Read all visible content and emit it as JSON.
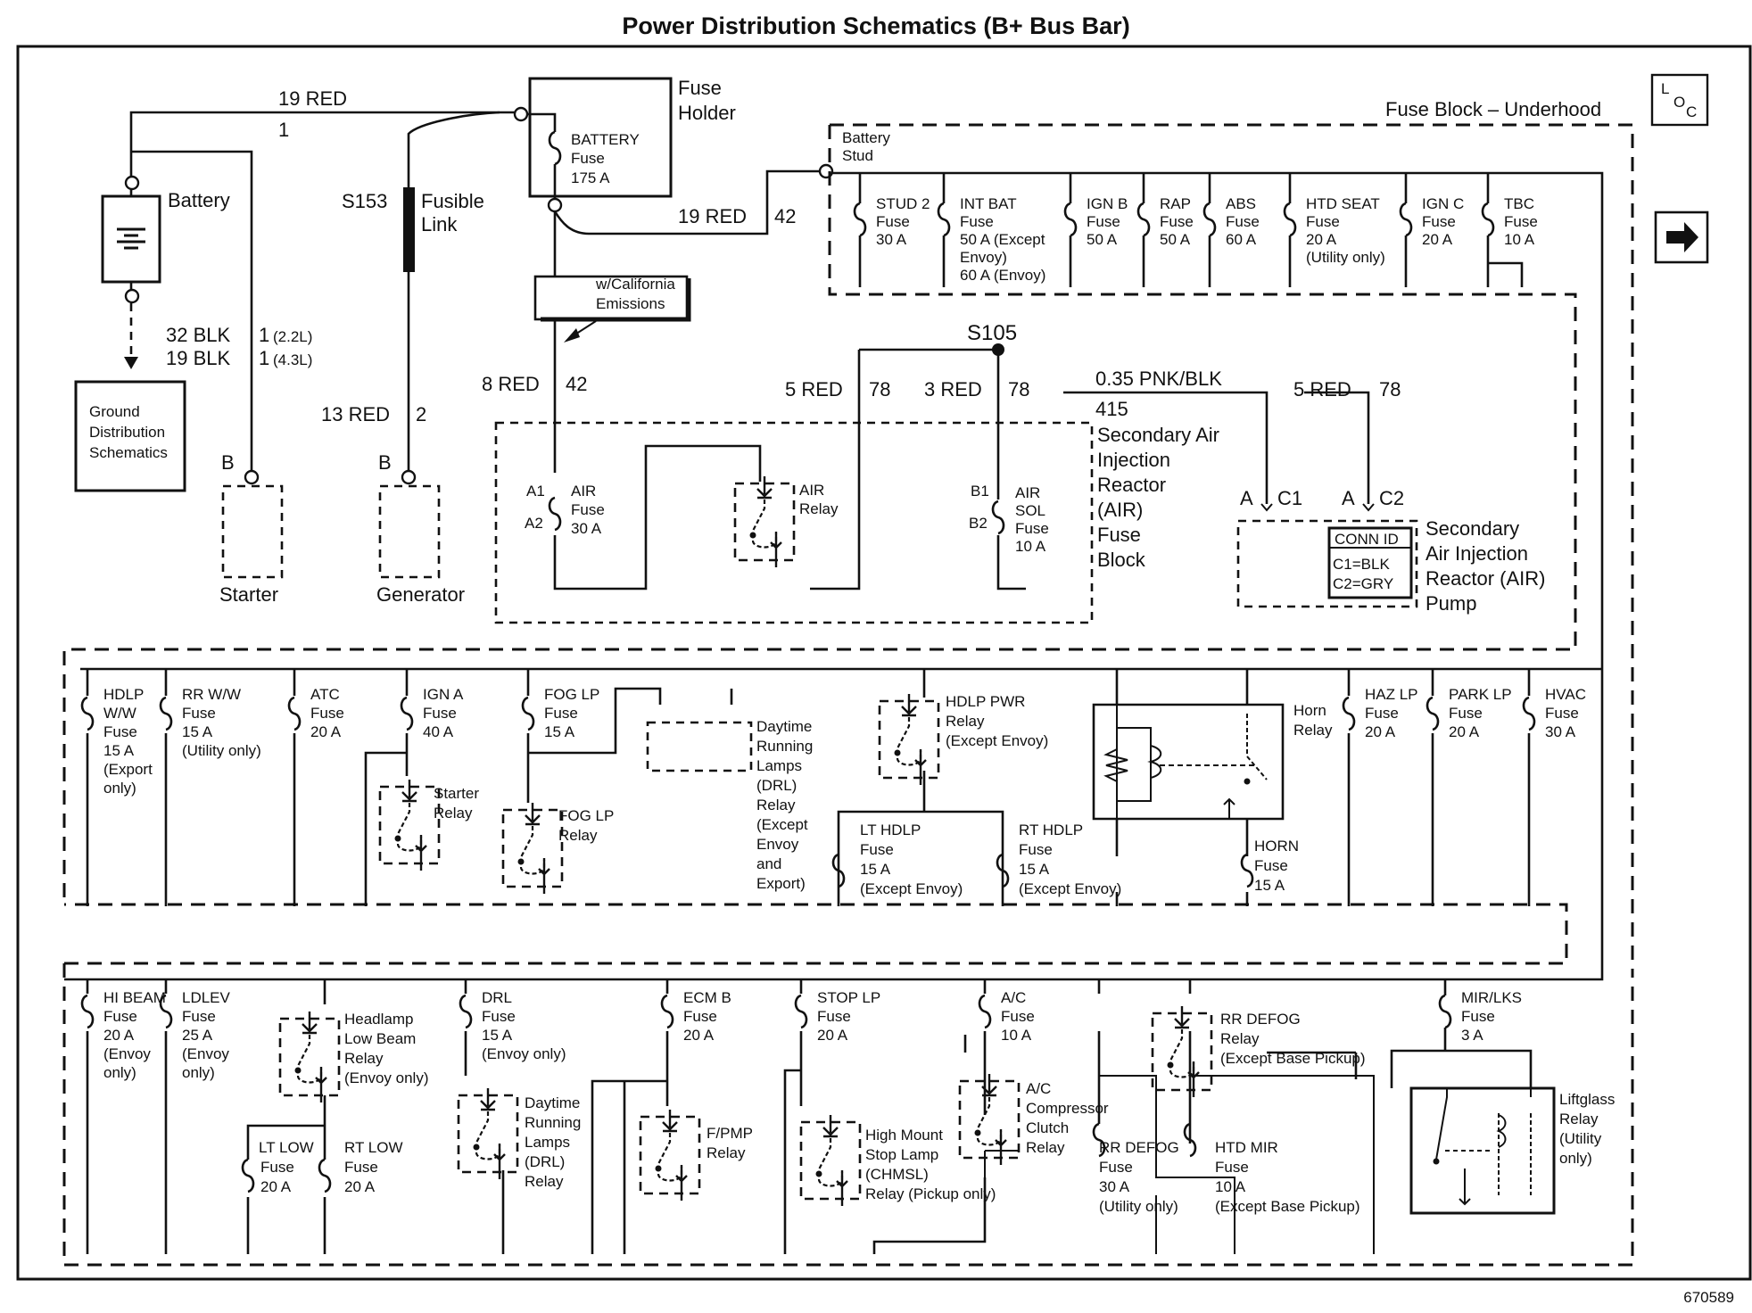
{
  "title": "Power Distribution Schematics (B+ Bus Bar)",
  "loc_icon": "L O C",
  "next_icon": "arrow-right",
  "doc_number": "670589",
  "top": {
    "battery": "Battery",
    "ground_block": [
      "Ground",
      "Distribution",
      "Schematics"
    ],
    "wire_19red_top": "19 RED",
    "wire_1": "1",
    "fuse_holder": [
      "Fuse",
      "Holder"
    ],
    "battery_fuse": [
      "BATTERY",
      "Fuse",
      "175 A"
    ],
    "s153": "S153",
    "fusible_link": [
      "Fusible",
      "Link"
    ],
    "wire_19red_42": "19 RED",
    "wire_42a": "42",
    "blk32": "32 BLK",
    "blk19": "19 BLK",
    "blk32_c": "1",
    "blk32_v": "(2.2L)",
    "blk19_c": "1",
    "blk19_v": "(4.3L)",
    "red13": "13 RED",
    "red13_c": "2",
    "starter_b": "B",
    "starter": "Starter",
    "generator_b": "B",
    "generator": "Generator",
    "cal_emissions": [
      "w/California",
      "Emissions"
    ],
    "red8": "8 RED",
    "red8_c": "42",
    "s105": "S105",
    "red5a": "5 RED",
    "red5a_c": "78",
    "red3": "3 RED",
    "red3_c": "78",
    "pnkblk": "0.35 PNK/BLK",
    "pnkblk_c": "415",
    "red5b": "5 RED",
    "red5b_c": "78",
    "air_fuse_block": [
      "Secondary Air",
      "Injection",
      "Reactor",
      "(AIR)",
      "Fuse",
      "Block"
    ],
    "air_fuse": [
      "AIR",
      "Fuse",
      "30 A"
    ],
    "air_a1": "A1",
    "air_a2": "A2",
    "air_relay": [
      "AIR",
      "Relay"
    ],
    "air_sol": [
      "AIR",
      "SOL",
      "Fuse",
      "10 A"
    ],
    "air_b1": "B1",
    "air_b2": "B2",
    "c1_a": "A",
    "c1": "C1",
    "c2_a": "A",
    "c2": "C2",
    "conn_id": [
      "CONN ID",
      "C1=BLK",
      "C2=GRY"
    ],
    "air_pump": [
      "Secondary",
      "Air Injection",
      "Reactor (AIR)",
      "Pump"
    ]
  },
  "underhood": {
    "block": "Fuse Block – Underhood",
    "stud": [
      "Battery",
      "Stud"
    ],
    "fuses": [
      [
        "STUD 2",
        "Fuse",
        "30 A"
      ],
      [
        "INT BAT",
        "Fuse",
        "50 A (Except",
        "Envoy)",
        "60 A (Envoy)"
      ],
      [
        "IGN B",
        "Fuse",
        "50 A"
      ],
      [
        "RAP",
        "Fuse",
        "50 A"
      ],
      [
        "ABS",
        "Fuse",
        "60 A"
      ],
      [
        "HTD SEAT",
        "Fuse",
        "20 A",
        "(Utility only)"
      ],
      [
        "IGN C",
        "Fuse",
        "20 A"
      ],
      [
        "TBC",
        "Fuse",
        "10 A"
      ]
    ]
  },
  "row2": {
    "hdlp_ww": [
      "HDLP",
      "W/W",
      "Fuse",
      "15 A",
      "(Export",
      "only)"
    ],
    "rr_ww": [
      "RR W/W",
      "Fuse",
      "15 A",
      "(Utility only)"
    ],
    "atc": [
      "ATC",
      "Fuse",
      "20 A"
    ],
    "ign_a": [
      "IGN A",
      "Fuse",
      "40 A"
    ],
    "starter_relay": [
      "Starter",
      "Relay"
    ],
    "fog_lp": [
      "FOG LP",
      "Fuse",
      "15 A"
    ],
    "fog_relay": [
      "FOG LP",
      "Relay"
    ],
    "drl_relay": [
      "Daytime",
      "Running",
      "Lamps",
      "(DRL)",
      "Relay",
      "(Except",
      "Envoy",
      "and",
      "Export)"
    ],
    "hdlp_pwr": [
      "HDLP PWR",
      "Relay",
      "(Except Envoy)"
    ],
    "lt_hdlp": [
      "LT HDLP",
      "Fuse",
      "15 A",
      "(Except Envoy)"
    ],
    "rt_hdlp": [
      "RT HDLP",
      "Fuse",
      "15 A",
      "(Except Envoy)"
    ],
    "horn_relay": [
      "Horn",
      "Relay"
    ],
    "horn_fuse": [
      "HORN",
      "Fuse",
      "15 A"
    ],
    "haz_lp": [
      "HAZ LP",
      "Fuse",
      "20 A"
    ],
    "park_lp": [
      "PARK LP",
      "Fuse",
      "20 A"
    ],
    "hvac": [
      "HVAC",
      "Fuse",
      "30 A"
    ]
  },
  "row3": {
    "hi_beam": [
      "HI BEAM",
      "Fuse",
      "20 A",
      "(Envoy",
      "only)"
    ],
    "ldlev": [
      "LDLEV",
      "Fuse",
      "25 A",
      "(Envoy",
      "only)"
    ],
    "low_beam_relay": [
      "Headlamp",
      "Low Beam",
      "Relay",
      "(Envoy only)"
    ],
    "lt_low": [
      "LT LOW",
      "Fuse",
      "20 A"
    ],
    "rt_low": [
      "RT LOW",
      "Fuse",
      "20 A"
    ],
    "drl": [
      "DRL",
      "Fuse",
      "15 A",
      "(Envoy only)"
    ],
    "drl_relay2": [
      "Daytime",
      "Running",
      "Lamps",
      "(DRL)",
      "Relay"
    ],
    "ecm_b": [
      "ECM B",
      "Fuse",
      "20 A"
    ],
    "fpmp_relay": [
      "F/PMP",
      "Relay"
    ],
    "stop_lp": [
      "STOP LP",
      "Fuse",
      "20 A"
    ],
    "chmsl_relay": [
      "High Mount",
      "Stop Lamp",
      "(CHMSL)",
      "Relay (Pickup only)"
    ],
    "ac_fuse": [
      "A/C",
      "Fuse",
      "10 A"
    ],
    "ac_relay": [
      "A/C",
      "Compressor",
      "Clutch",
      "Relay"
    ],
    "rr_defog_relay": [
      "RR DEFOG",
      "Relay",
      "(Except Base Pickup)"
    ],
    "rr_defog_fuse": [
      "RR DEFOG",
      "Fuse",
      "30 A",
      "(Utility only)"
    ],
    "htd_mir": [
      "HTD MIR",
      "Fuse",
      "10 A",
      "(Except Base Pickup)"
    ],
    "mir_lks": [
      "MIR/LKS",
      "Fuse",
      "3 A"
    ],
    "liftglass_relay": [
      "Liftglass",
      "Relay",
      "(Utility",
      "only)"
    ]
  }
}
